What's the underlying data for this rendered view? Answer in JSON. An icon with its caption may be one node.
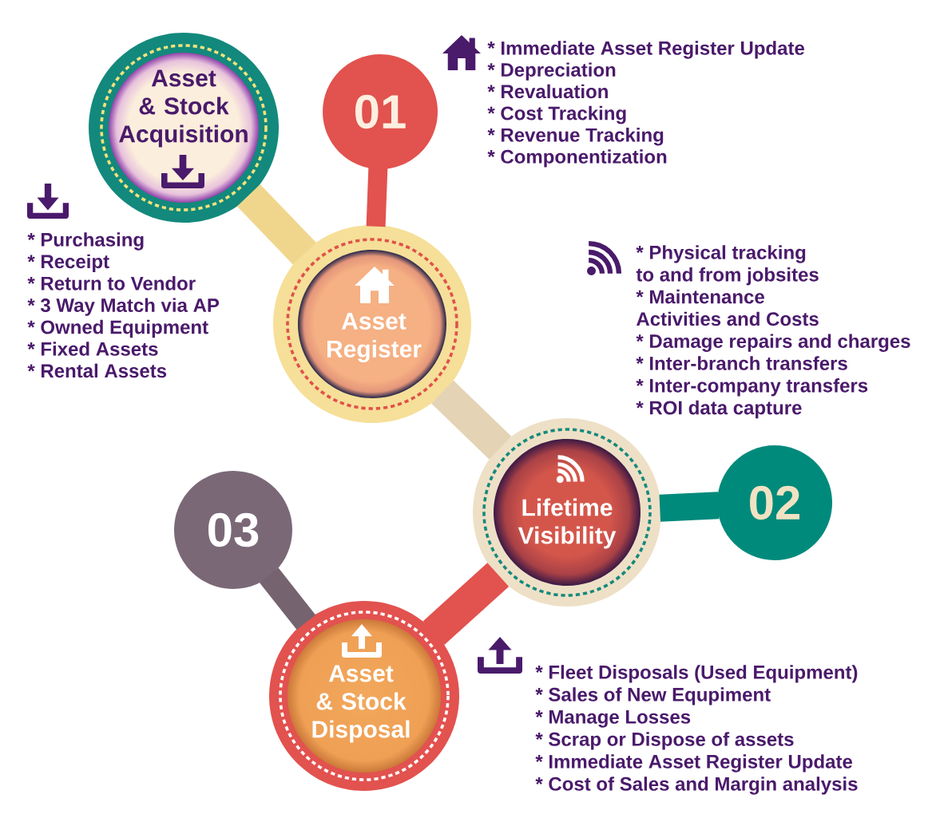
{
  "diagram": {
    "nodes": [
      {
        "text": [
          "Asset & Stock Acquisition"
        ]
      },
      {
        "text": [
          "01"
        ]
      },
      {
        "text": [
          "Asset Register"
        ]
      },
      {
        "text": [
          "Lifetime Visibility"
        ]
      },
      {
        "text": [
          "02"
        ]
      },
      {
        "text": [
          "03"
        ]
      },
      {
        "text": [
          "Asset & Stock Disposal"
        ]
      }
    ],
    "edges": [
      {
        "from": 0,
        "to": 2,
        "arrow": "none",
        "color": "#f0d68c"
      },
      {
        "from": 1,
        "to": 2,
        "arrow": "none",
        "color": "#e2524e"
      },
      {
        "from": 2,
        "to": 3,
        "arrow": "none",
        "color": "#e4d3b4"
      },
      {
        "from": 3,
        "to": 4,
        "arrow": "none",
        "color": "#008a7b"
      },
      {
        "from": 3,
        "to": 6,
        "arrow": "none",
        "color": "#e2524e"
      },
      {
        "from": 5,
        "to": 6,
        "arrow": "none",
        "color": "#75636f"
      }
    ],
    "labels": [
      "* Immediate Asset Register Update",
      "* Depreciation",
      "* Revaluation",
      "* Cost Tracking",
      "* Revenue Tracking",
      "* Componentization",
      "* Purchasing",
      "* Receipt",
      "* Return to Vendor",
      "* 3 Way Match via AP",
      "* Owned Equipment",
      "* Fixed Assets",
      "* Rental Assets",
      "* Physical tracking to and from jobsites",
      "* Maintenance Activities and Costs",
      "* Damage repairs and charges",
      "* Inter-branch transfers",
      "* Inter-company transfers",
      "* ROI data capture",
      "* Fleet Disposals (Used Equipment)",
      "* Sales of New Equpiment",
      "* Manage Losses",
      "* Scrap or Dispose of assets",
      "* Immediate Asset Register Update",
      "* Cost of Sales and Margin analysis"
    ]
  }
}
